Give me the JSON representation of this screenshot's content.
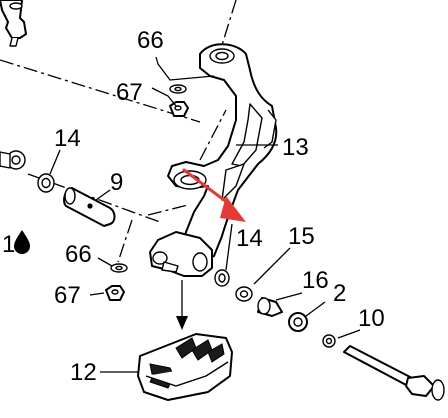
{
  "diagram": {
    "callouts": [
      {
        "id": "66a",
        "text": "66"
      },
      {
        "id": "67a",
        "text": "67"
      },
      {
        "id": "14a",
        "text": "14"
      },
      {
        "id": "9",
        "text": "9"
      },
      {
        "id": "13",
        "text": "13"
      },
      {
        "id": "1",
        "text": "1"
      },
      {
        "id": "14b",
        "text": "14"
      },
      {
        "id": "15",
        "text": "15"
      },
      {
        "id": "66b",
        "text": "66"
      },
      {
        "id": "67b",
        "text": "67"
      },
      {
        "id": "16",
        "text": "16"
      },
      {
        "id": "2",
        "text": "2"
      },
      {
        "id": "10",
        "text": "10"
      },
      {
        "id": "12",
        "text": "12"
      }
    ],
    "colors": {
      "line": "#000000",
      "background": "#ffffff",
      "highlight_arrow": "#e53935"
    },
    "icons": [
      "drop-icon"
    ]
  }
}
